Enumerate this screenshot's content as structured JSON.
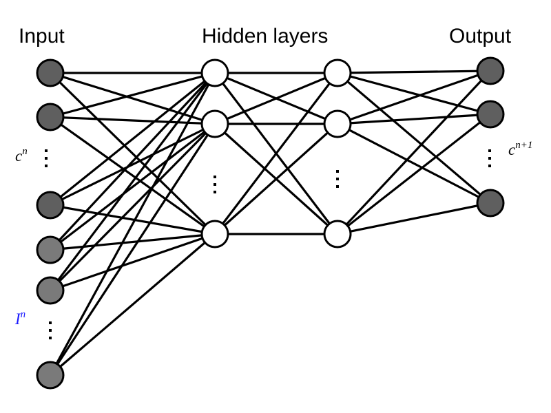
{
  "headers": {
    "input": "Input",
    "hidden": "Hidden layers",
    "output": "Output"
  },
  "labels": {
    "state_in": {
      "base": "c",
      "sup": "n"
    },
    "forcing_in": {
      "base": "I",
      "sup": "n"
    },
    "state_out": {
      "base": "c",
      "sup": "n+1"
    }
  },
  "colors": {
    "state_node_fill": "#5f5f5f",
    "forcing_node_fill": "#7a7a7a",
    "forcing_node_stroke": "#1a1aff",
    "hidden_node_fill": "#ffffff",
    "edge": "#000000",
    "forcing_label": "#1a1aff"
  },
  "network": {
    "input_nodes": [
      "state",
      "state",
      "state",
      "forcing",
      "forcing",
      "forcing"
    ],
    "hidden_layer_1_nodes": 3,
    "hidden_layer_2_nodes": 3,
    "output_nodes": 3,
    "fully_connected": true,
    "ellipsis_marks": [
      "input-state",
      "input-forcing",
      "hidden-1",
      "hidden-2",
      "output"
    ]
  }
}
